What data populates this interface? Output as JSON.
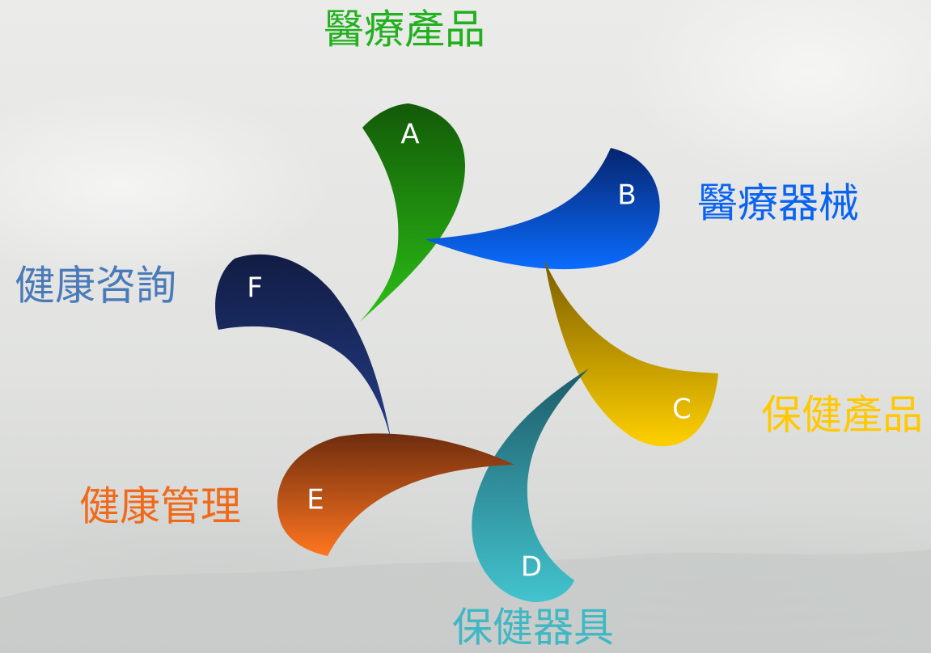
{
  "diagram": {
    "colors": {
      "A": "#1a8a0e",
      "B": "#0a5ef0",
      "C": "#f0c000",
      "D": "#34a8b0",
      "E": "#e8681a",
      "F": "#1e2a60"
    },
    "items": [
      {
        "letter": "A",
        "label": "醫療產品",
        "label_color": "#22b01e"
      },
      {
        "letter": "B",
        "label": "醫療器械",
        "label_color": "#0a64f0"
      },
      {
        "letter": "C",
        "label": "保健產品",
        "label_color": "#ffc800"
      },
      {
        "letter": "D",
        "label": "保健器具",
        "label_color": "#40b8c4"
      },
      {
        "letter": "E",
        "label": "健康管理",
        "label_color": "#f06a1a"
      },
      {
        "letter": "F",
        "label": "健康咨詢",
        "label_color": "#4a7ab8"
      }
    ]
  }
}
